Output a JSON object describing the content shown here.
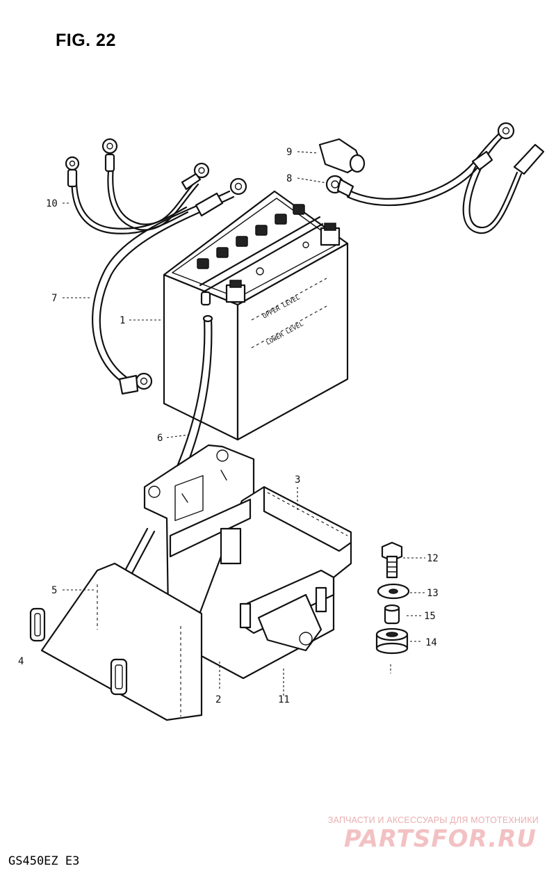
{
  "figure": {
    "title": "FIG. 22",
    "model": "GS450EZ E3"
  },
  "battery_labels": {
    "upper": "UPPER LEVEL",
    "lower": "LOWER LEVEL"
  },
  "callouts": [
    "1",
    "2",
    "3",
    "4",
    "5",
    "6",
    "7",
    "8",
    "9",
    "10",
    "11",
    "12",
    "13",
    "14",
    "15"
  ],
  "watermark": {
    "tagline": "ЗАПЧАСТИ И АКСЕССУАРЫ ДЛЯ МОТОТЕХНИКИ",
    "logo": "PARTSFOR.RU"
  },
  "colors": {
    "ink": "#111111",
    "background": "#ffffff",
    "watermark": "#f3c1c3"
  }
}
